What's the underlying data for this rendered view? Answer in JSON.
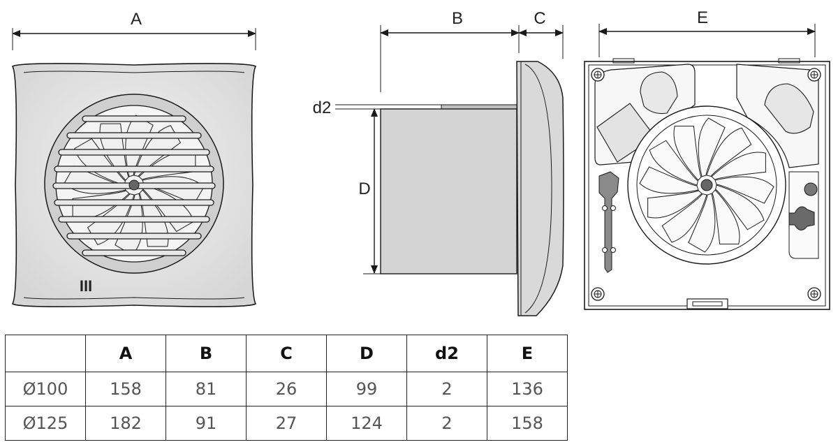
{
  "dimension_labels": {
    "A": "A",
    "B": "B",
    "C": "C",
    "D": "D",
    "d2": "d2",
    "E": "E"
  },
  "speed_marking": "III",
  "table": {
    "headers": [
      "",
      "A",
      "B",
      "C",
      "D",
      "d2",
      "E"
    ],
    "rows": [
      [
        "Ø100",
        "158",
        "81",
        "26",
        "99",
        "2",
        "136"
      ],
      [
        "Ø125",
        "182",
        "91",
        "27",
        "124",
        "2",
        "158"
      ]
    ]
  }
}
